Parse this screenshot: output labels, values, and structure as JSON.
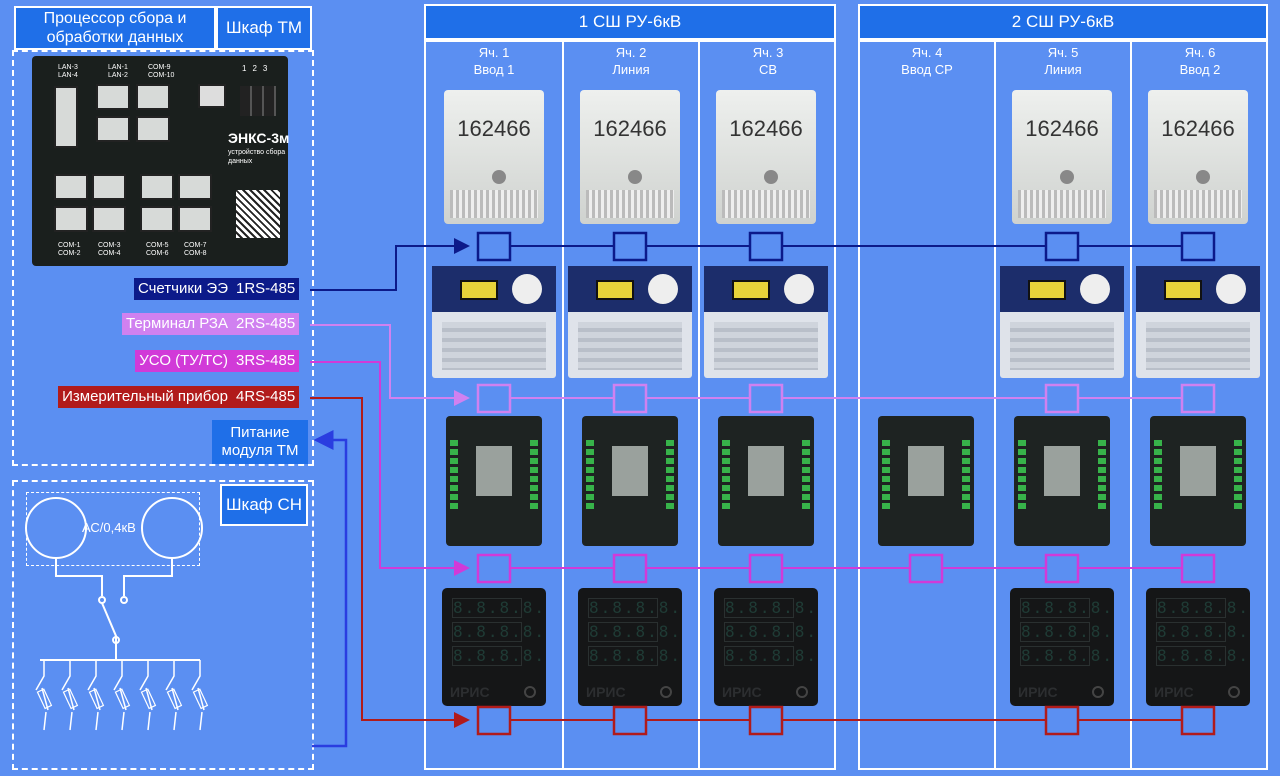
{
  "left": {
    "processor_title": "Процессор сбора и обработки данных",
    "tm_cabinet": "Шкаф ТМ",
    "sn_cabinet": "Шкаф СН",
    "transformer_label": "АС/0,4кВ",
    "device": {
      "brand": "ЭНКС-3м",
      "subtitle": "устройство сбора данных",
      "ports_top": [
        "LAN-3",
        "LAN-4",
        "LAN-1",
        "LAN-2",
        "COM-9",
        "COM-10"
      ],
      "ports_bottom": [
        "COM-1",
        "COM-2",
        "COM-3",
        "COM-4",
        "COM-5",
        "COM-6",
        "COM-7",
        "COM-8"
      ],
      "switch_labels": [
        "1",
        "2",
        "3"
      ]
    }
  },
  "lines": [
    {
      "name": "Счетчики ЭЭ",
      "port": "1RS-485",
      "color": "#0c1a8a"
    },
    {
      "name": "Терминал РЗА",
      "port": "2RS-485",
      "color": "#d081f0"
    },
    {
      "name": "УСО (ТУ/ТС)",
      "port": "3RS-485",
      "color": "#d13ad8"
    },
    {
      "name": "Измерительный прибор",
      "port": "4RS-485",
      "color": "#b11b1b"
    }
  ],
  "power": "Питание модуля ТМ",
  "sections": [
    {
      "title": "1 СШ РУ-6кВ"
    },
    {
      "title": "2 СШ РУ-6кВ"
    }
  ],
  "cells": [
    {
      "num": "Яч. 1",
      "name": "Ввод 1",
      "meter": true,
      "terminal": true,
      "io": true,
      "ammeter": true
    },
    {
      "num": "Яч. 2",
      "name": "Линия",
      "meter": true,
      "terminal": true,
      "io": true,
      "ammeter": true
    },
    {
      "num": "Яч. 3",
      "name": "СВ",
      "meter": true,
      "terminal": true,
      "io": true,
      "ammeter": true
    },
    {
      "num": "Яч. 4",
      "name": "Ввод СР",
      "meter": false,
      "terminal": false,
      "io": true,
      "ammeter": false
    },
    {
      "num": "Яч. 5",
      "name": "Линия",
      "meter": true,
      "terminal": true,
      "io": true,
      "ammeter": true
    },
    {
      "num": "Яч. 6",
      "name": "Ввод 2",
      "meter": true,
      "terminal": true,
      "io": true,
      "ammeter": true
    }
  ],
  "meter_reading": "162466",
  "ammeter_digits": "8.8.8.8.",
  "ammeter_brand": "ИРИС"
}
